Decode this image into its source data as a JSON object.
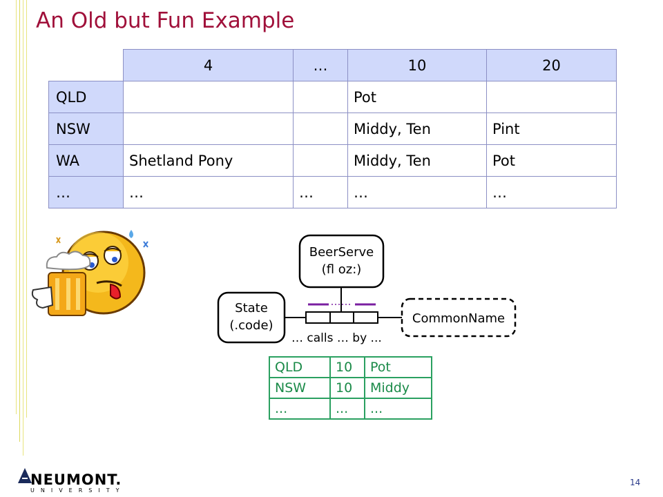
{
  "slide": {
    "title": "An Old but Fun Example",
    "page_number": "14"
  },
  "main_table": {
    "header": [
      "4",
      "…",
      "10",
      "20"
    ],
    "rows": [
      {
        "state": "QLD",
        "cells": [
          "",
          "",
          "Pot",
          ""
        ]
      },
      {
        "state": "NSW",
        "cells": [
          "",
          "",
          "Middy, Ten",
          "Pint"
        ]
      },
      {
        "state": "WA",
        "cells": [
          "Shetland Pony",
          "",
          "Middy, Ten",
          "Pot"
        ]
      },
      {
        "state": "…",
        "cells": [
          "…",
          "…",
          "…",
          "…"
        ]
      }
    ]
  },
  "diagram": {
    "beerserve": {
      "line1": "BeerServe",
      "line2": "(fl oz:)"
    },
    "state": {
      "line1": "State",
      "line2": "(.code)"
    },
    "common_name": "CommonName",
    "reading": "… calls … by ...",
    "colors": {
      "uniqueness_bar": "#7a1fa0",
      "population_text": "#1a8a48"
    }
  },
  "population_table": {
    "rows": [
      [
        "QLD",
        "10",
        "Pot"
      ],
      [
        "NSW",
        "10",
        "Middy"
      ],
      [
        "...",
        "...",
        "..."
      ]
    ]
  },
  "logo": {
    "word": "NEUMONT.",
    "subtitle": "UNIVERSITY"
  },
  "clipart": {
    "icon": "drunk-smiley-with-beer-mug-icon"
  }
}
